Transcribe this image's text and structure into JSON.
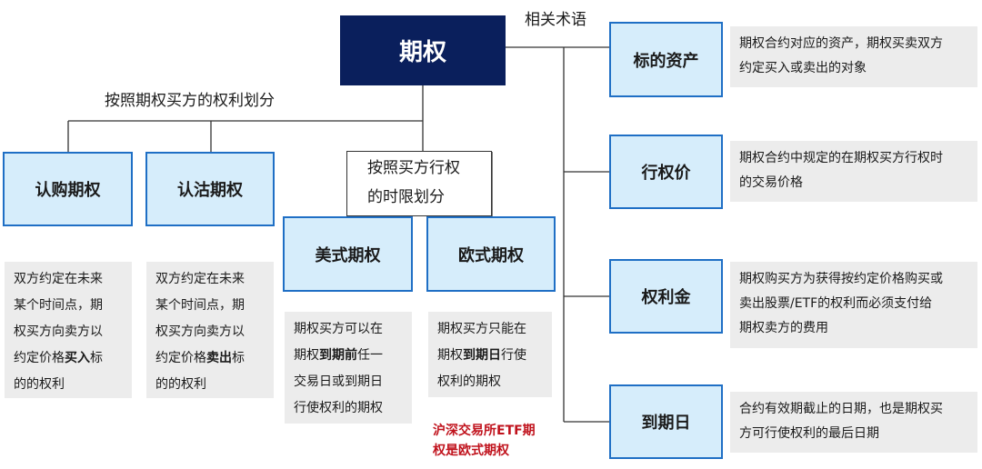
{
  "root": {
    "label": "期权"
  },
  "left_branch": {
    "label": "按照期权买方的权利划分",
    "call": {
      "label": "认购期权",
      "desc": [
        "双方约定在未来",
        "某个时间点，期",
        "权买方向卖方以",
        "约定价格",
        "买入",
        "标",
        "的的权利"
      ]
    },
    "put": {
      "label": "认沽期权",
      "desc": [
        "双方约定在未来",
        "某个时间点，期",
        "权买方向卖方以",
        "约定价格",
        "卖出",
        "标",
        "的的权利"
      ]
    }
  },
  "mid_branch": {
    "label_lines": [
      "按照买方行权",
      "的时限划分"
    ],
    "american": {
      "label": "美式期权",
      "desc": [
        "期权买方可以在",
        "期权",
        "到期前",
        "任一",
        "交易日或到期日",
        "行使权利的期权"
      ]
    },
    "european": {
      "label": "欧式期权",
      "desc": [
        "期权买方只能在",
        "期权",
        "到期日",
        "行使",
        "权利的期权"
      ],
      "note": [
        "沪深交易所ETF期",
        "权是欧式期权"
      ]
    }
  },
  "right_branch": {
    "label": "相关术语",
    "terms": [
      {
        "label": "标的资产",
        "desc": [
          "期权合约对应的资产，期权买卖双方",
          "约定买入或卖出的对象"
        ]
      },
      {
        "label": "行权价",
        "desc": [
          "期权合约中规定的在期权买方行权时",
          "的交易价格"
        ]
      },
      {
        "label": "权利金",
        "desc": [
          "期权购买方为获得按约定价格购买或",
          "卖出股票/ETF的权利而必须支付给",
          "期权卖方的费用"
        ]
      },
      {
        "label": "到期日",
        "desc": [
          "合约有效期截止的日期，也是期权买",
          "方可行使权利的最后日期"
        ]
      }
    ]
  },
  "colors": {
    "root_fill": "#0a1f5c",
    "box_fill": "#d6edfb",
    "box_border": "#1f6fc5",
    "desc_fill": "#ececec",
    "note_text": "#c0121c"
  }
}
